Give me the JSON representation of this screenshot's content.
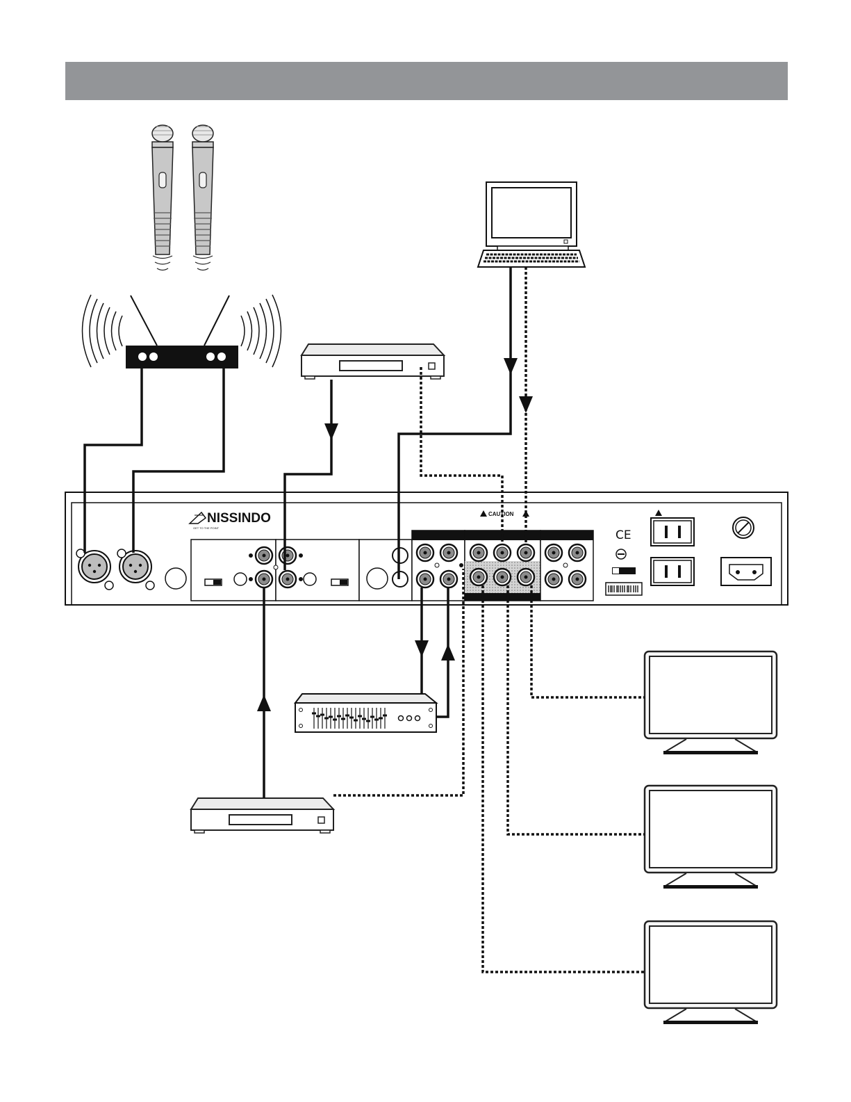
{
  "header_band": {
    "color": "#939598"
  },
  "receiver": {
    "brand": "NISSINDO",
    "tagline": "GET TO THE POINT",
    "caution": "CAUTION",
    "ce_mark": "CE"
  },
  "line_styles": {
    "solid": "audio-cable",
    "dotted": "video-cable"
  },
  "devices": [
    "wireless-microphone",
    "wireless-microphone",
    "wireless-receiver",
    "dvd-player",
    "computer",
    "karaoke-amplifier",
    "graphic-equalizer",
    "dvd-player",
    "tv-monitor",
    "tv-monitor",
    "tv-monitor"
  ]
}
